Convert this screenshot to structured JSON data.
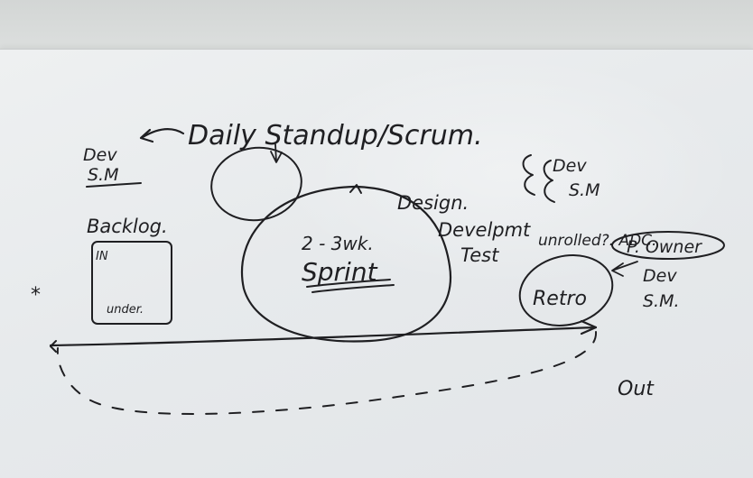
{
  "whiteboard": {
    "title": "Daily Standup/Scrum.",
    "roles_left": {
      "line1": "Dev",
      "line2": "S.M"
    },
    "backlog": {
      "label": "Backlog.",
      "box_top": "IN",
      "box_bottom": "under."
    },
    "sprint": {
      "duration": "2 - 3wk.",
      "label": "Sprint"
    },
    "activities": {
      "design": "Design.",
      "develop": "Develpmt",
      "test": "Test"
    },
    "roles_right": {
      "line1": "Dev",
      "line2": "S.M"
    },
    "increment": "unrolled?. ADC.",
    "product_owner": "P. Owner",
    "retro": "Retro",
    "retro_roles": {
      "line1": "Dev",
      "line2": "S.M."
    },
    "output": "Out",
    "start_mark": "*"
  },
  "ink_color": "#1f1f22",
  "board_color": "#e7eaec"
}
